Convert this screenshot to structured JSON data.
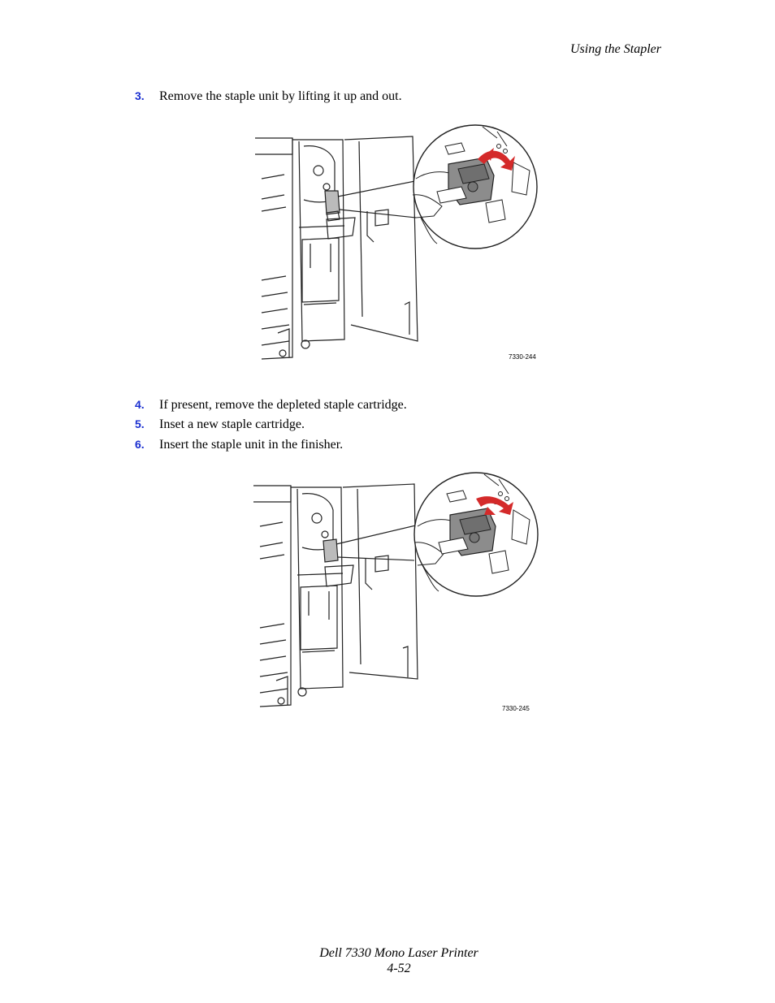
{
  "header": {
    "section_title": "Using the Stapler"
  },
  "steps": [
    {
      "number": "3.",
      "text": "Remove the staple unit by lifting it up and out."
    },
    {
      "number": "4.",
      "text": "If present, remove the depleted staple cartridge."
    },
    {
      "number": "5.",
      "text": "Inset a new staple cartridge."
    },
    {
      "number": "6.",
      "text": "Insert the staple unit in the finisher."
    }
  ],
  "figures": [
    {
      "id": "7330-244"
    },
    {
      "id": "7330-245"
    }
  ],
  "footer": {
    "product": "Dell 7330 Mono Laser Printer",
    "page": "4-52"
  },
  "colors": {
    "step_number": "#1a2fd0",
    "arrow": "#d42a2a",
    "staple_unit": "#8c8c8c"
  }
}
